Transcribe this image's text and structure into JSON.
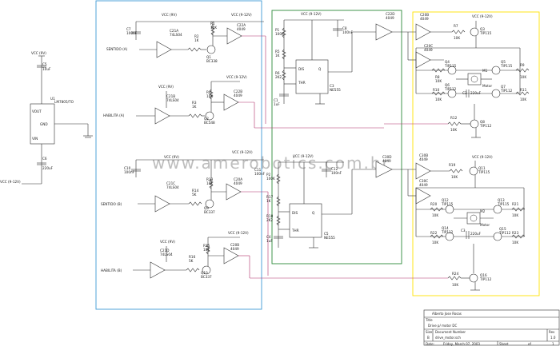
{
  "colors": {
    "block_blue": "#3d9ad6",
    "block_green": "#2e8b3a",
    "block_yellow": "#ffe300",
    "wire": "#303030",
    "wire_pink": "#b0306a"
  },
  "watermark": "www.amerobotics.com.br",
  "inputs": {
    "vcc_9v": "VCC (9V)",
    "vcc_9_12v_left": "VCC (9-12V)",
    "sentido_a": "SENTIDO (A)",
    "habilita_a": "HABILITA (A)",
    "sentido_b": "SENTIDO (B)",
    "habilita_b": "HABILITA (B)"
  },
  "regulator": {
    "name": "U1",
    "part": "LM7805/TO",
    "pins": [
      "VOUT",
      "GND",
      "VIN"
    ],
    "c_top": "C5",
    "c_top_val": "10uF",
    "c_bot": "C6",
    "c_bot_val": "220uF"
  },
  "top_left_block": {
    "vcc1": "VCC (9V)",
    "vcc2": "VCC (9-12V)",
    "c7": "C7",
    "c7v": "100nF",
    "u1": "C21A",
    "u1p": "74LS04",
    "r2": "R2",
    "r2v": "1K",
    "r1": "R1",
    "r1v": "10K",
    "q1": "Q1",
    "q1p": "BC338",
    "u2": "C22A",
    "u2p": "4049",
    "u3": "C21B",
    "u3p": "74LS04",
    "r3": "R3",
    "r3v": "1K",
    "r4": "R4",
    "r4v": "10K",
    "q2": "Q2",
    "q2p": "BC548",
    "u4": "C22B",
    "u4p": "4049"
  },
  "top_timer": {
    "vcc": "VCC (9-12V)",
    "c8": "C8",
    "c8v": "100nF",
    "p1": "P1",
    "p1v": "100K",
    "r5": "R5",
    "r5v": "1K",
    "r6": "R6",
    "r6v": "2K2",
    "c1": "C1",
    "c1v": "1uF",
    "u": "C3",
    "up": "NE555",
    "c2": "C2",
    "c2v": "10nF",
    "buf": "C22D",
    "bufp": "4049"
  },
  "top_bridge": {
    "vcc": "VCC (9-12V)",
    "u1": "C20B",
    "u1p": "4049",
    "u2": "C20C",
    "u2p": "4049",
    "r7": "R7",
    "r7v": "10K",
    "q3": "Q3",
    "q3p": "TIP115",
    "r8": "R8",
    "r8v": "10K",
    "q4": "Q4",
    "q4p": "TIP115",
    "q5": "Q5",
    "q5p": "TIP115",
    "r9": "R9",
    "r9v": "10K",
    "motor": "M1",
    "motor_label": "Motor",
    "r10": "R10",
    "r10v": "10K",
    "q6": "Q6",
    "q6p": "TIP112",
    "c": "C3",
    "cv": "220uF",
    "q7": "Q7",
    "q7p": "TIP112",
    "r11": "R11",
    "r11v": "10K",
    "r12": "R12",
    "r12v": "10K",
    "q8": "Q8",
    "q8p": "TIP112"
  },
  "bottom_left_block": {
    "vcc1": "VCC (9V)",
    "vcc2": "VCC (9-12V)",
    "c10": "C10",
    "c10v": "100nF",
    "u1": "C21C",
    "u1p": "74LS04",
    "r13": "R13",
    "r13v": "10K",
    "r14": "R14",
    "r14v": "5K",
    "q9": "Q9",
    "q9p": "BC337",
    "u2": "C20A",
    "u2p": "4049",
    "u3": "C21D",
    "u3p": "74LS04",
    "r15": "R15",
    "r15v": "10K",
    "r16": "R16",
    "r16v": "5K",
    "q10": "Q10",
    "q10p": "BC337",
    "u4": "C20B",
    "u4p": "4049",
    "c11": "C11",
    "c11v": "100nF"
  },
  "bottom_timer": {
    "vcc": "VCC (9-12V)",
    "c12": "C12",
    "c12v": "100nF",
    "p2": "P2",
    "p2v": "100K",
    "r17": "R17",
    "r17v": "1K",
    "r18": "R18",
    "r18v": "2K2",
    "c4": "C4",
    "c4v": "1uF",
    "u": "C5",
    "up": "NE555",
    "buf": "C30D",
    "bufp": "4049"
  },
  "bottom_bridge": {
    "vcc": "VCC (9-12V)",
    "u1": "C30B",
    "u1p": "4049",
    "u2": "C30C",
    "u2p": "4049",
    "r19": "R19",
    "r19v": "10K",
    "q11": "Q11",
    "q11p": "TIP115",
    "r20": "R20",
    "r20v": "10K",
    "q12": "Q12",
    "q12p": "TIP115",
    "q13": "Q13",
    "q13p": "TIP115",
    "r21": "R21",
    "r21v": "10K",
    "motor": "M2",
    "motor_label": "Motor",
    "r22": "R22",
    "r22v": "10K",
    "q14": "Q14",
    "q14p": "TIP112",
    "c": "C3",
    "cv": "220uF",
    "q15": "Q15",
    "q15p": "TIP112",
    "r23": "R23",
    "r23v": "10K",
    "r24": "R24",
    "r24v": "10K",
    "q16": "Q16",
    "q16p": "TIP112"
  },
  "title_block": {
    "company": "Alberto Jose Rosas",
    "title_label": "Title",
    "title": "Drive p/ motor DC",
    "size_label": "Size",
    "size": "B",
    "docnum_label": "Document Number",
    "docnum": "drive_motor.sch",
    "rev_label": "Rev",
    "rev": "1.0",
    "date_label": "Date:",
    "date": "Friday, March 07, 2003",
    "sheet_label": "Sheet",
    "sheet_of": "of",
    "sheet": "1"
  }
}
